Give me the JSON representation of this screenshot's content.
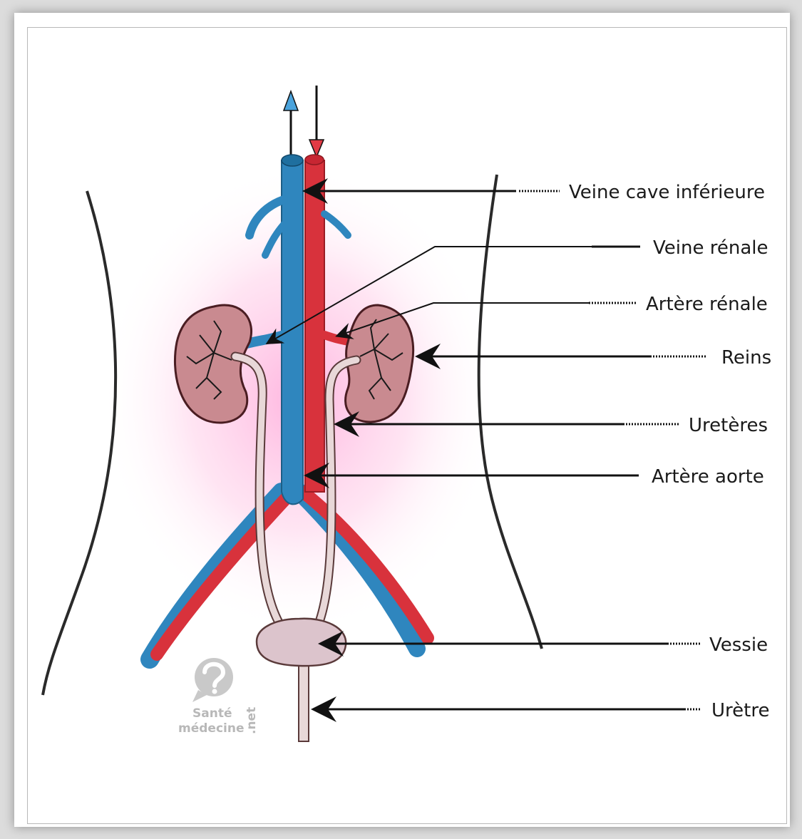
{
  "labels": {
    "veine_cave": "Veine cave inférieure",
    "veine_renale": "Veine rénale",
    "artere_renale": "Artère rénale",
    "reins": "Reins",
    "ureteres": "Uretères",
    "artere_aorte": "Artère aorte",
    "vessie": "Vessie",
    "uretre": "Urètre"
  },
  "watermark": {
    "line1": "Santé",
    "line2": "médecine",
    "suffix": ".net"
  },
  "colors": {
    "vein": "#2f86be",
    "artery": "#d8323c",
    "kidney": "#c98a90",
    "ureter": "#e8d8d8",
    "bladder": "#dcc4cc",
    "glow": "#ff9fd0"
  }
}
